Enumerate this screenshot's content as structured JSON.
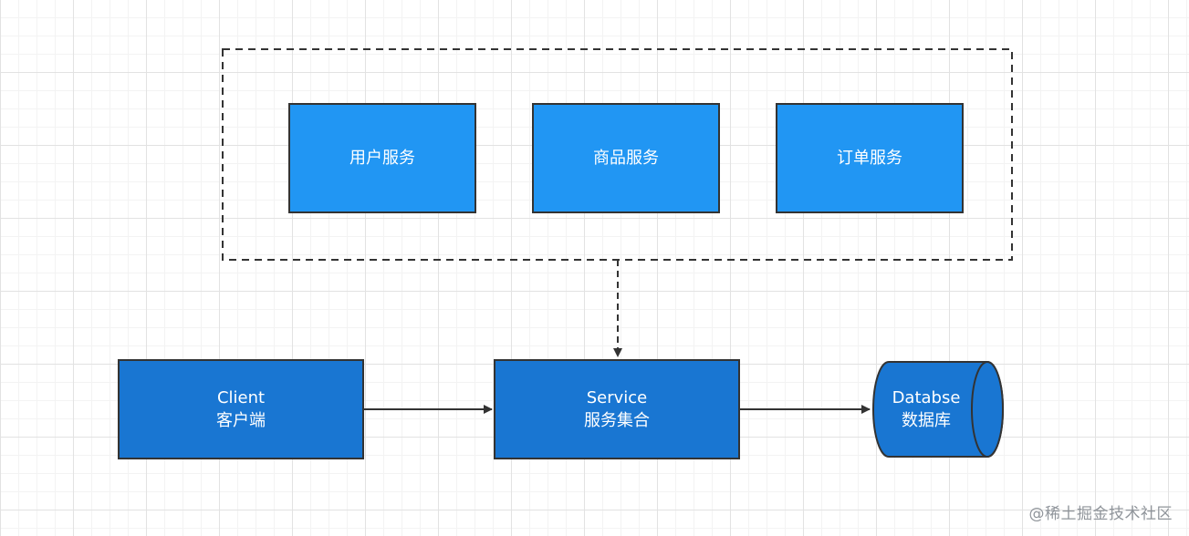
{
  "services_group": {
    "user_service": "用户服务",
    "product_service": "商品服务",
    "order_service": "订单服务"
  },
  "client": {
    "title": "Client",
    "subtitle": "客户端"
  },
  "service": {
    "title": "Service",
    "subtitle": "服务集合"
  },
  "database": {
    "title": "Databse",
    "subtitle": "数据库"
  },
  "watermark": "@稀土掘金技术社区",
  "colors": {
    "service_box_fill": "#2196f3",
    "main_box_fill": "#1976d2",
    "stroke": "#333333",
    "label_text": "#ffffff",
    "grid_line": "#e2e2e2",
    "watermark_text": "#8f949a"
  }
}
